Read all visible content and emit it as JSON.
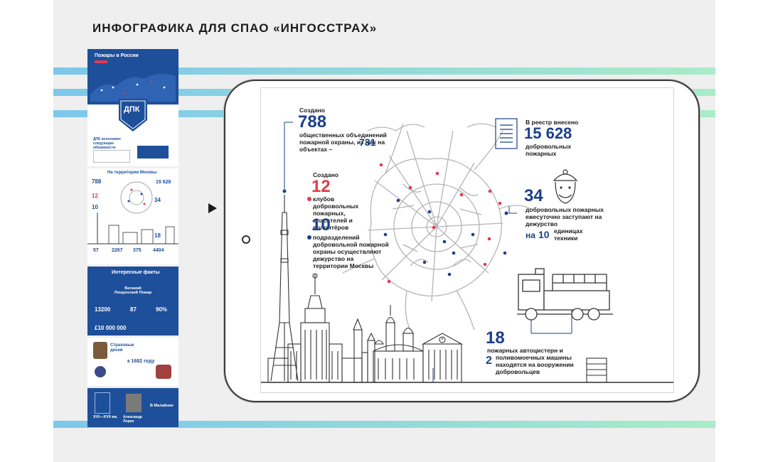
{
  "page": {
    "title": "ИНФОГРАФИКА ДЛЯ СПАО «ИНГОССТРАХ»",
    "colors": {
      "accent_blue": "#1b3f8a",
      "accent_red": "#e03c4a",
      "stripe_from": "#7cc7ec",
      "stripe_to": "#a9ecc8"
    }
  },
  "thumbnails": {
    "fires": {
      "title": "Пожары в России",
      "dpk": "ДПК",
      "duties": "ДПК исполняют следующие обязанности"
    },
    "moscow": {
      "title": "На территории Москвы",
      "stats": [
        "788",
        "12",
        "10",
        "15 628",
        "34",
        "18"
      ],
      "bottom": [
        "57",
        "2267",
        "375",
        "4404"
      ]
    },
    "facts": {
      "title": "Интересные факты",
      "subtitle": "Великий Лондонский Пожар",
      "nums": [
        "13200",
        "87",
        "90%"
      ],
      "money": "£10 000 000"
    },
    "boards": {
      "title": "Страховые доски",
      "year": "к 1682 году"
    },
    "history": {
      "era": "XVI—XVII вв.",
      "name": "Александр Лорен",
      "place": "В Малайзии"
    }
  },
  "infographic": {
    "s1": {
      "label": "Создано",
      "num": "788",
      "text": "общественных объединений пожарной охраны, из них на объектах –",
      "num2": "731"
    },
    "s2": {
      "label": "Создано",
      "num": "12",
      "text": "клубов добровольных пожарных, спасателей и волонтёров"
    },
    "s3": {
      "num": "10",
      "text": "подразделений добровольной пожарной охраны осуществляют дежурство на территории Москвы"
    },
    "s4": {
      "label": "В реестр внесено",
      "num": "15 628",
      "text": "добровольных пожарных"
    },
    "s5": {
      "num": "34",
      "text": "добровольных пожарных ежесуточно заступают на дежурство",
      "num2_prefix": "на",
      "num2": "10",
      "text2": "единицах техники"
    },
    "s6": {
      "num": "18",
      "text": "пожарных автоцистерн и",
      "num2": "2",
      "text2": "поливомоечных машины находятся на вооружении добровольцев"
    }
  }
}
